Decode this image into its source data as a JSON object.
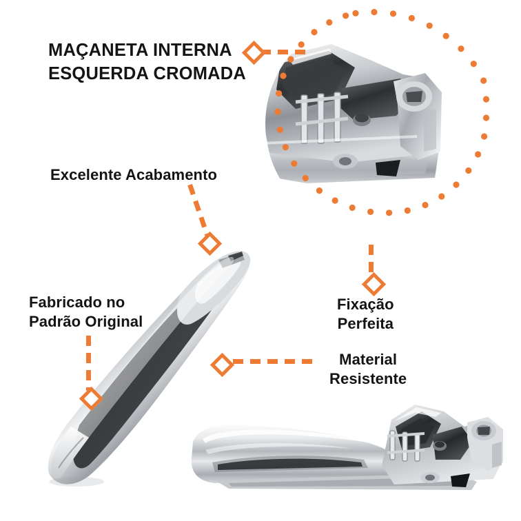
{
  "page": {
    "background": "#ffffff",
    "accent_color": "#ED7B34",
    "text_color": "#141414",
    "product": "Maçaneta interna esquerda cromada"
  },
  "labels": {
    "title_line1": "MAÇANETA INTERNA",
    "title_line2": "ESQUERDA CROMADA",
    "acabamento": "Excelente Acabamento",
    "fabricado_line1": "Fabricado no",
    "fabricado_line2": "Padrão Original",
    "fixacao_line1": "Fixação",
    "fixacao_line2": "Perfeita",
    "material_line1": "Material",
    "material_line2": "Resistente"
  },
  "callouts": [
    {
      "id": "title",
      "name": "callout-maçaneta-interna-esquerda-cromada",
      "marker": "diamond",
      "connector": "dashed-horizontal",
      "target": "magnifier-circle"
    },
    {
      "id": "acabamento",
      "name": "callout-excelente-acabamento",
      "marker": "diamond",
      "connector": "dashed-diagonal",
      "target": "handle-top-finish"
    },
    {
      "id": "fabricado",
      "name": "callout-fabricado-no-padrao-original",
      "marker": "diamond",
      "connector": "dashed-vertical",
      "target": "handle-body"
    },
    {
      "id": "fixacao",
      "name": "callout-fixacao-perfeita",
      "marker": "diamond",
      "connector": "dashed-vertical",
      "target": "magnifier-circle"
    },
    {
      "id": "material",
      "name": "callout-material-resistente",
      "marker": "diamond",
      "connector": "dashed-horizontal",
      "target": "handle-body"
    }
  ],
  "images": {
    "magnifier": {
      "name": "zoomed-latch-mechanism",
      "shape": "dotted-circle",
      "alt": "Close-up of chrome latch mechanism"
    },
    "handle_large": {
      "name": "chrome-door-handle-angled",
      "alt": "Polished chrome interior door handle, angled view"
    },
    "handle_small": {
      "name": "chrome-door-handle-profile",
      "alt": "Chrome interior door handle side profile with latch mechanism"
    }
  }
}
